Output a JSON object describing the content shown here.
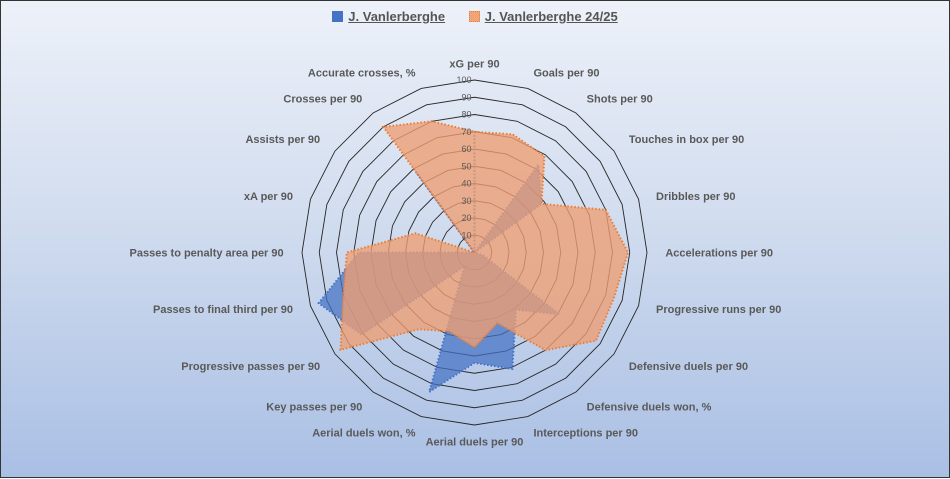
{
  "chart_data": {
    "type": "radar",
    "title": "",
    "categories": [
      "xG per 90",
      "Goals per 90",
      "Shots per 90",
      "Touches in box per 90",
      "Dribbles per 90",
      "Accelerations per 90",
      "Progressive runs per 90",
      "Defensive duels per 90",
      "Defensive duels won, %",
      "Interceptions per 90",
      "Aerial duels per 90",
      "Aerial duels won, %",
      "Key passes per 90",
      "Progressive passes per 90",
      "Passes to final third per 90",
      "Passes to penalty area per 90",
      "xA per 90",
      "Assists per 90",
      "Crosses per 90",
      "Accurate crosses, %"
    ],
    "rlim": [
      0,
      100
    ],
    "ticks": [
      "10",
      "20",
      "30",
      "40",
      "50",
      "60",
      "70",
      "80",
      "90",
      "100"
    ],
    "legend_position": "top",
    "series": [
      {
        "name": "J. Vanlerberghe",
        "color": "#4472c4",
        "values": [
          70,
          0,
          63,
          48,
          0,
          0,
          5,
          61,
          41,
          71,
          64,
          85,
          10,
          81,
          95,
          67,
          0,
          0,
          58,
          0
        ]
      },
      {
        "name": "J. Vanlerberghe 24/25",
        "color": "#ed7d31",
        "values": [
          70,
          72,
          69,
          48,
          80,
          89,
          85,
          87,
          70,
          43,
          55,
          48,
          55,
          96,
          80,
          74,
          36,
          0,
          90,
          80
        ]
      }
    ]
  }
}
